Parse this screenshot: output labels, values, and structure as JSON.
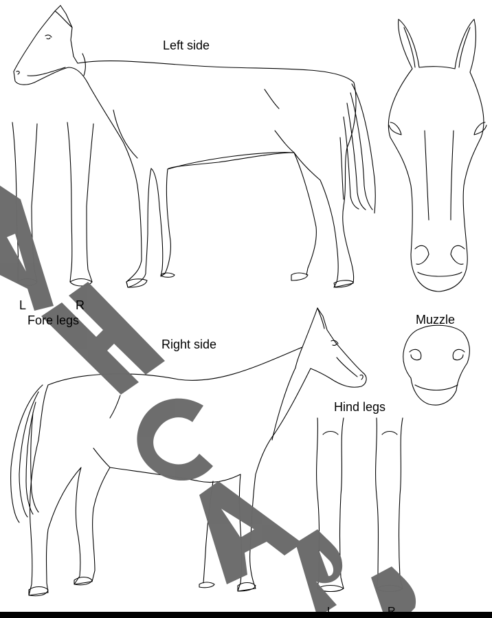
{
  "labels": {
    "left_side": "Left side",
    "right_side": "Right side",
    "fore_legs": "Fore legs",
    "hind_legs": "Hind legs",
    "muzzle": "Muzzle",
    "fore_l": "L",
    "fore_r": "R",
    "hind_l": "L",
    "hind_r": "R"
  },
  "watermark": {
    "text": "AHCAPP",
    "color": "#6b6b6b"
  },
  "colors": {
    "line": "#000000",
    "background": "#ffffff"
  }
}
